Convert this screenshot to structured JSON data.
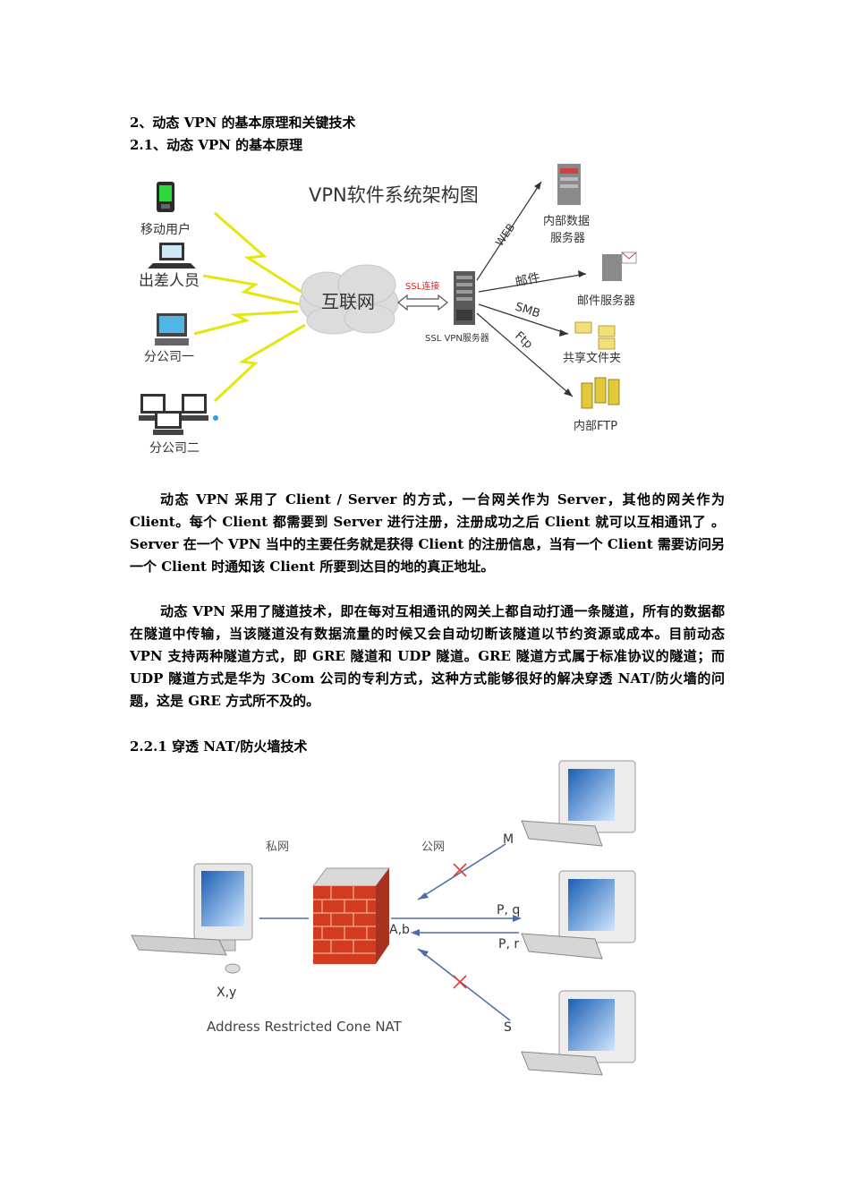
{
  "headings": {
    "h2": "2、动态 VPN 的基本原理和关键技术",
    "h21": "2.1、动态 VPN 的基本原理",
    "h221": "2.2.1 穿透 NAT/防火墙技术"
  },
  "paragraphs": {
    "p1": "动态 VPN 采用了 Client / Server 的方式，一台网关作为 Server，其他的网关作为 Client。每个 Client 都需要到 Server 进行注册，注册成功之后 Client 就可以互相通讯了 。Server 在一个 VPN 当中的主要任务就是获得 Client 的注册信息，当有一个 Client 需要访问另一个 Client 时通知该 Client 所要到达目的地的真正地址。",
    "p2": "动态 VPN 采用了隧道技术，即在每对互相通讯的网关上都自动打通一条隧道，所有的数据都在隧道中传输，当该隧道没有数据流量的时候又会自动切断该隧道以节约资源或成本。目前动态 VPN 支持两种隧道方式，即 GRE 隧道和 UDP 隧道。GRE 隧道方式属于标准协议的隧道；而 UDP 隧道方式是华为 3Com 公司的专利方式，这种方式能够很好的解决穿透 NAT/防火墙的问题，这是 GRE 方式所不及的。"
  },
  "diagram1": {
    "title": "VPN软件系统架构图",
    "mobile_user": "移动用户",
    "travel_staff": "出差人员",
    "branch1": "分公司一",
    "branch2": "分公司二",
    "internet": "互联网",
    "ssl_link": "SSL连接",
    "ssl_server": "SSL VPN服务器",
    "web": "WEB",
    "mail": "邮件",
    "smb": "SMB",
    "ftp": "Ftp",
    "internal_db": "内部数据",
    "internal_db2": "服务器",
    "mail_server": "邮件服务器",
    "shared_folder": "共享文件夹",
    "internal_ftp": "内部FTP"
  },
  "diagram2": {
    "private_net": "私网",
    "public_net": "公网",
    "host_m": "M",
    "pq": "P, q",
    "pr": "P, r",
    "host_s": "S",
    "ab": "A,b",
    "xy": "X,y",
    "caption": "Address Restricted Cone NAT"
  }
}
